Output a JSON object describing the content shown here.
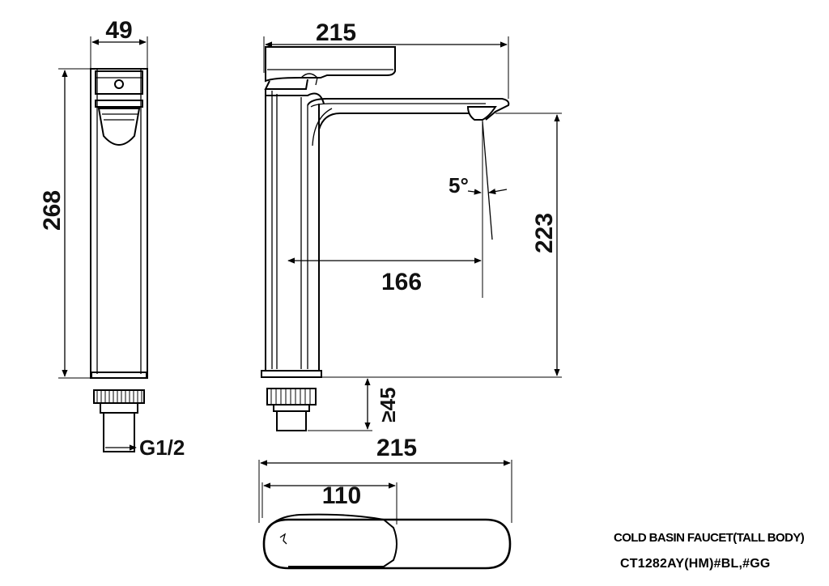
{
  "dimensions": {
    "side_width": "49",
    "side_height": "268",
    "thread": "G1/2",
    "front_width": "215",
    "reach": "166",
    "outlet_height": "223",
    "angle": "5°",
    "base_height": "≥45",
    "top_length": "215",
    "handle_length": "110"
  },
  "caption": {
    "line1": "COLD BASIN FAUCET(TALL BODY)",
    "line2": "CT1282AY(HM)#BL,#GG"
  }
}
